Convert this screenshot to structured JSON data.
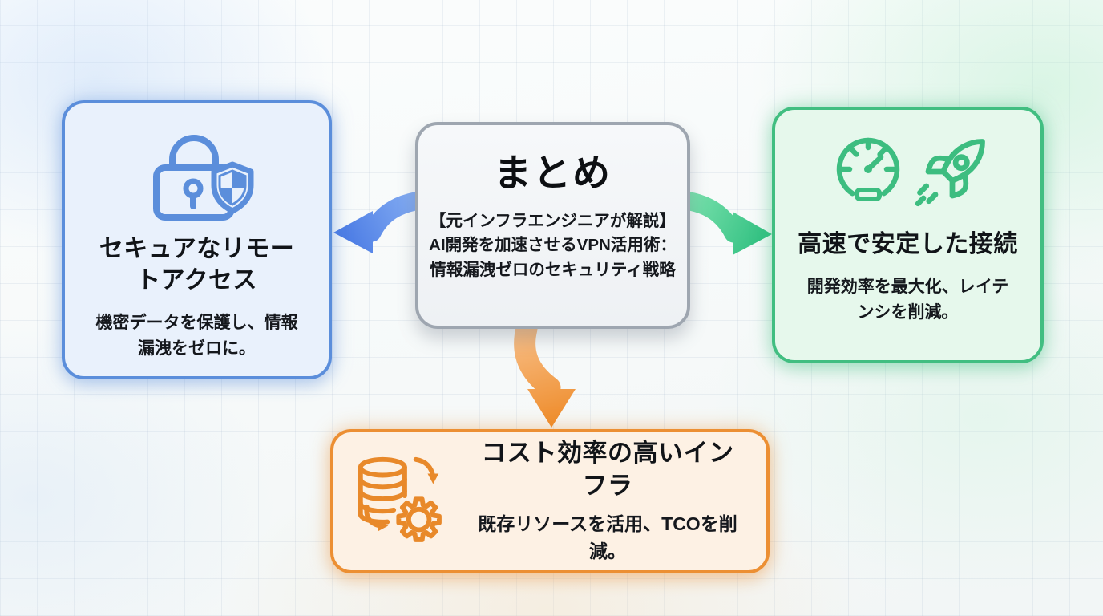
{
  "summary": {
    "title": "まとめ",
    "subtitle_lines": [
      "【元インフラエンジニアが解説】",
      "AI開発を加速させるVPN活用術：",
      "情報漏洩ゼロのセキュリティ戦略"
    ],
    "border_color": "#9ea6b0",
    "fill_color": "#f2f4f7"
  },
  "cards": {
    "secure": {
      "title_lines": [
        "セキュアなリモー",
        "トアクセス"
      ],
      "description_lines": [
        "機密データを保護し、情報",
        "漏洩をゼロに。"
      ],
      "icons": [
        "lock-icon",
        "shield-check-quadrant-icon"
      ],
      "accent_color": "#5b8edb",
      "fill_color": "#e9f1fc"
    },
    "speed": {
      "title_lines": [
        "高速で安定した接続"
      ],
      "description_lines": [
        "開発効率を最大化、レイテ",
        "ンシを削減。"
      ],
      "icons": [
        "speedometer-icon",
        "rocket-icon"
      ],
      "accent_color": "#41be81",
      "fill_color": "#e6f8ec"
    },
    "cost": {
      "title_lines": [
        "コスト効率の高いインフラ"
      ],
      "description_lines": [
        "既存リソースを活用、TCOを削減。"
      ],
      "icons": [
        "database-icon",
        "gear-sync-icon"
      ],
      "accent_color": "#ec8f33",
      "fill_color": "#fdf1e4"
    }
  },
  "arrows": [
    {
      "direction": "left",
      "from": "summary",
      "to": "secure",
      "color": "#4a7de4"
    },
    {
      "direction": "right",
      "from": "summary",
      "to": "speed",
      "color": "#2fbd7e"
    },
    {
      "direction": "down",
      "from": "summary",
      "to": "cost",
      "color": "#ef8c2e"
    }
  ]
}
